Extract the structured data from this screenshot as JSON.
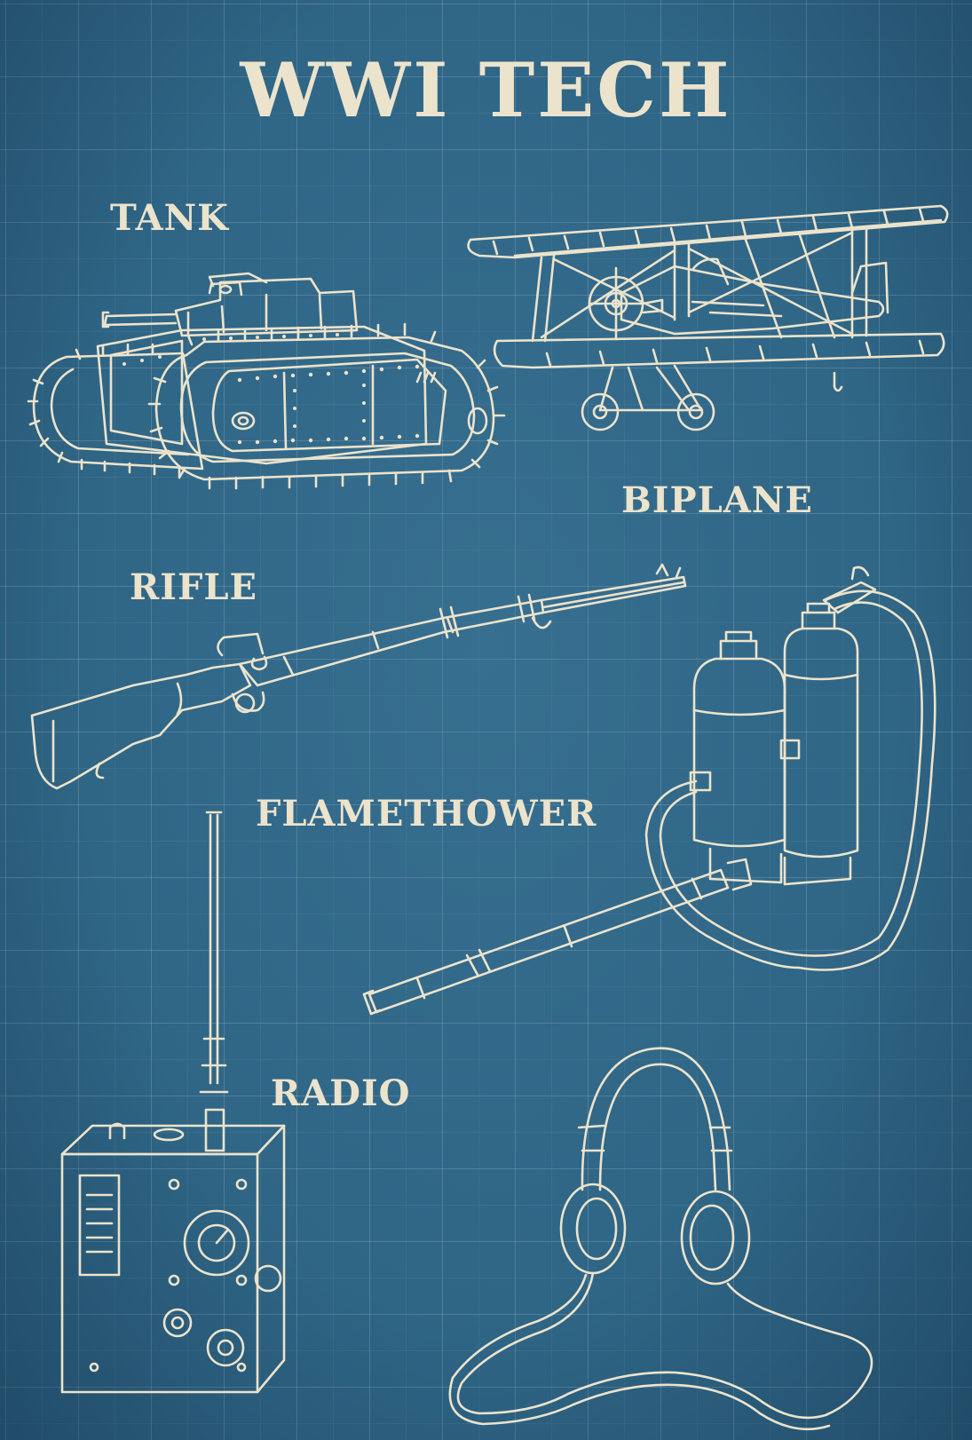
{
  "poster": {
    "title": "WWI TECH",
    "labels": {
      "tank": "TANK",
      "biplane": "BIPLANE",
      "rifle": "RIFLE",
      "flamethrower": "FLAMETHOWER",
      "radio": "RADIO"
    },
    "colors": {
      "background": "#2f6585",
      "ink": "#ece3cc"
    },
    "illustrations": [
      "tank-icon",
      "biplane-icon",
      "rifle-icon",
      "flamethrower-icon",
      "radio-icon",
      "headphones-icon"
    ]
  }
}
